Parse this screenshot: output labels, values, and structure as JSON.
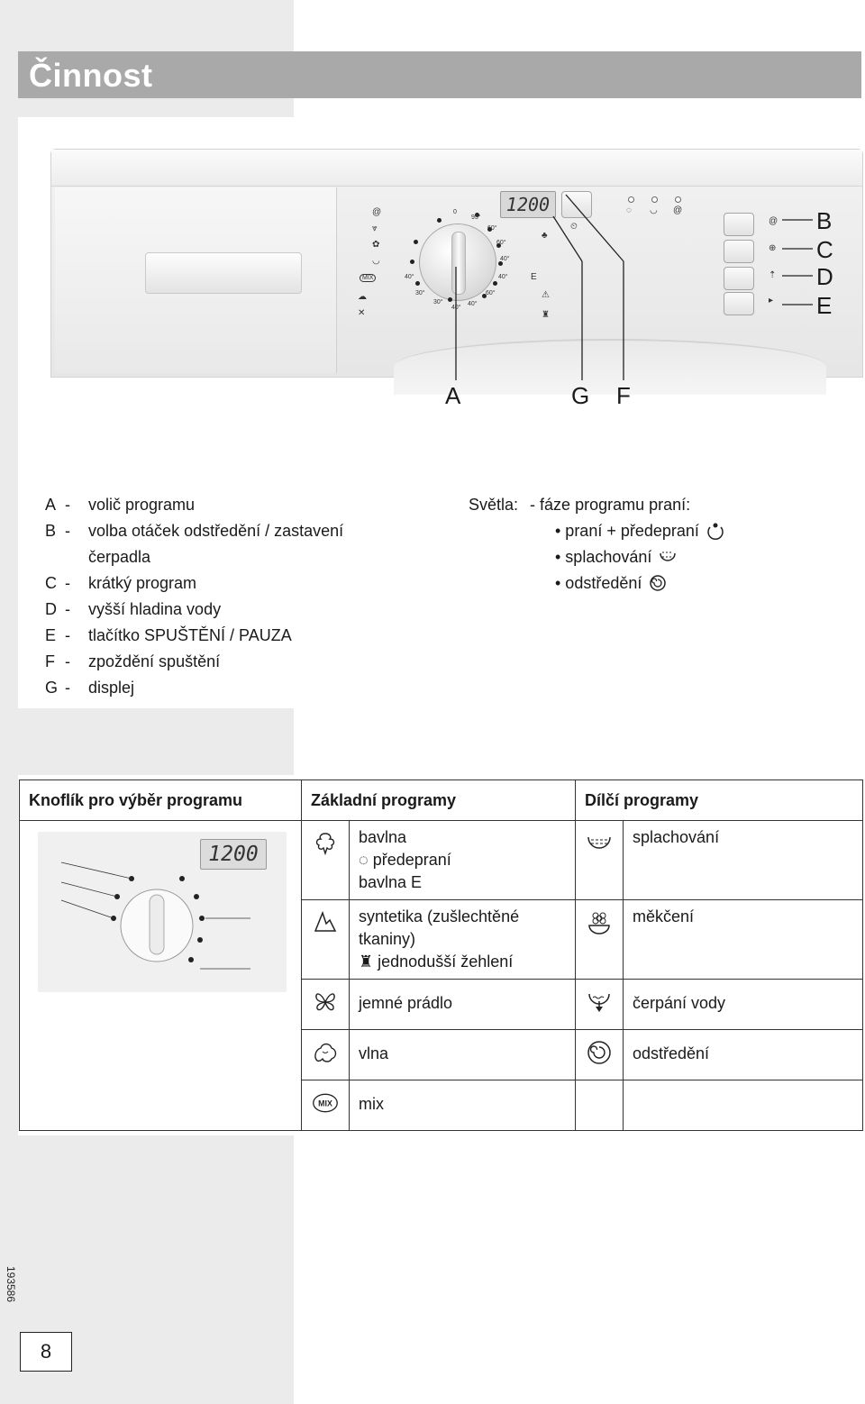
{
  "header": {
    "title": "Činnost"
  },
  "figure": {
    "display_value": "1200",
    "callouts": {
      "a": "A",
      "b": "B",
      "c": "C",
      "d": "D",
      "e": "E",
      "f": "F",
      "g": "G"
    },
    "knob_marks": {
      "t0": "0",
      "t95": "95°",
      "t60a": "60°",
      "t60b": "60°",
      "t40a": "40°",
      "t40b": "40°",
      "t40c": "40°",
      "t30a": "30°",
      "t30b": "30°",
      "t40d": "40°",
      "t60c": "60°",
      "t40e": "40°",
      "e_mark": "E",
      "mix": "MIX"
    }
  },
  "legend": {
    "items": [
      {
        "key": "A",
        "dash": "-",
        "text": "volič programu"
      },
      {
        "key": "B",
        "dash": "-",
        "text": "volba otáček odstředění / zastavení"
      },
      {
        "key": "",
        "dash": "",
        "text": "čerpadla"
      },
      {
        "key": "C",
        "dash": "-",
        "text": "krátký program"
      },
      {
        "key": "D",
        "dash": "-",
        "text": "vyšší hladina vody"
      },
      {
        "key": "E",
        "dash": "-",
        "text": "tlačítko SPUŠTĚNÍ / PAUZA"
      },
      {
        "key": "F",
        "dash": "-",
        "text": "zpoždění spuštění"
      },
      {
        "key": "G",
        "dash": "-",
        "text": "displej"
      }
    ],
    "lights_label": "Světla:",
    "lights_heading": "- fáze programu praní:",
    "lights": [
      {
        "text": "• praní + předepraní",
        "icon": "wash-prewash-icon"
      },
      {
        "text": "• splachování",
        "icon": "rinse-icon"
      },
      {
        "text": "• odstředění",
        "icon": "spin-icon"
      }
    ]
  },
  "table": {
    "headers": [
      "Knoflík pro výběr programu",
      "Základní programy",
      "Dílčí programy"
    ],
    "basic": [
      {
        "icon": "cotton-icon",
        "lines": [
          "bavlna",
          "předepraní",
          "bavlna E"
        ]
      },
      {
        "icon": "synthetics-icon",
        "lines": [
          "syntetika (zušlechtěné",
          "tkaniny)",
          "jednodušší žehlení"
        ]
      },
      {
        "icon": "delicates-icon",
        "lines": [
          "jemné prádlo"
        ]
      },
      {
        "icon": "wool-icon",
        "lines": [
          "vlna"
        ]
      },
      {
        "icon": "mix-icon",
        "lines": [
          "mix"
        ]
      }
    ],
    "partial": [
      {
        "icon": "rinse-icon",
        "text": "splachování"
      },
      {
        "icon": "softener-icon",
        "text": "měkčení"
      },
      {
        "icon": "drain-icon",
        "text": "čerpání vody"
      },
      {
        "icon": "spin-icon",
        "text": "odstředění"
      }
    ]
  },
  "footer": {
    "page_number": "8",
    "doc_code": "193586"
  },
  "colors": {
    "title_bar": "#a9a9a9",
    "side_stripe": "#ebebeb"
  }
}
